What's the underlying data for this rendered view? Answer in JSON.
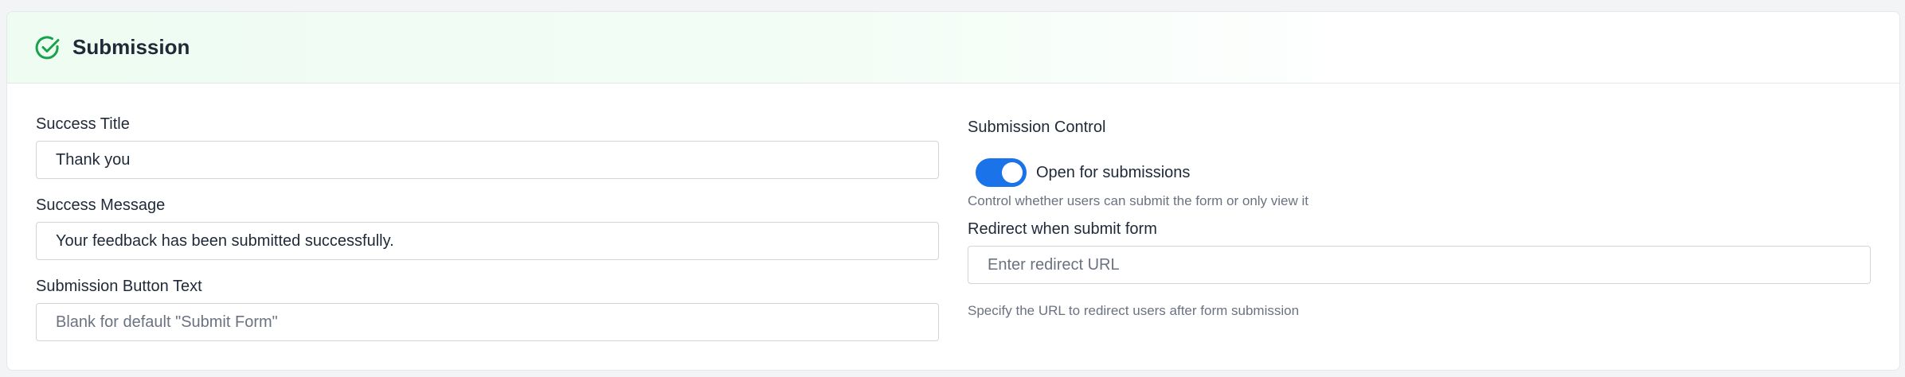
{
  "card": {
    "title": "Submission",
    "icon": "check-circle-icon",
    "accent_color": "#16a34a"
  },
  "left": {
    "success_title": {
      "label": "Success Title",
      "value": "Thank you",
      "placeholder": ""
    },
    "success_message": {
      "label": "Success Message",
      "value": "Your feedback has been submitted successfully.",
      "placeholder": ""
    },
    "button_text": {
      "label": "Submission Button Text",
      "value": "",
      "placeholder": "Blank for default \"Submit Form\""
    }
  },
  "right": {
    "submission_control": {
      "label": "Submission Control",
      "toggle_label": "Open for submissions",
      "toggle_on": true,
      "help": "Control whether users can submit the form or only view it"
    },
    "redirect": {
      "label": "Redirect when submit form",
      "value": "",
      "placeholder": "Enter redirect URL",
      "help": "Specify the URL to redirect users after form submission"
    }
  },
  "colors": {
    "toggle_on": "#1a73e8"
  }
}
